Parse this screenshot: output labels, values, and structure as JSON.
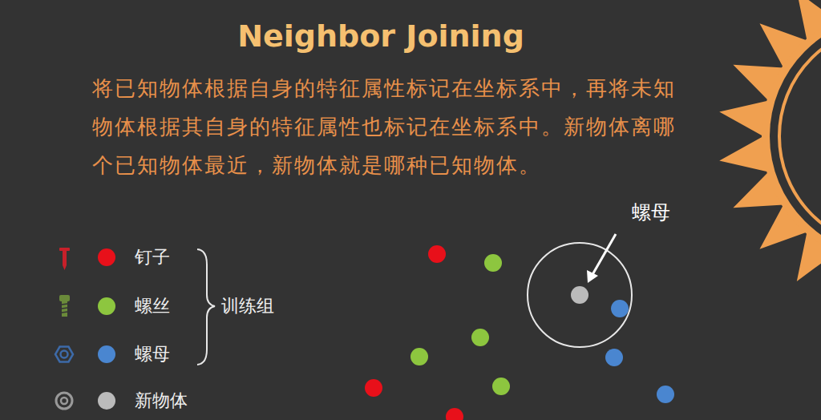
{
  "diagram": {
    "title": "Neighbor Joining",
    "labels": [
      "将已知物体根据自身的特征属性标记在坐标系中，再将未知物体根据其自身的特征属性也标记在坐标系中。新物体离哪个已知物体最近，新物体就是哪种已知物体。",
      "训练组",
      "螺母"
    ],
    "legend": [
      {
        "text": "钉子",
        "color": "#e8101a"
      },
      {
        "text": "螺丝",
        "color": "#8dc63f"
      },
      {
        "text": "螺母",
        "color": "#4a86d0"
      },
      {
        "text": "新物体",
        "color": "#bbbbbb"
      }
    ]
  }
}
